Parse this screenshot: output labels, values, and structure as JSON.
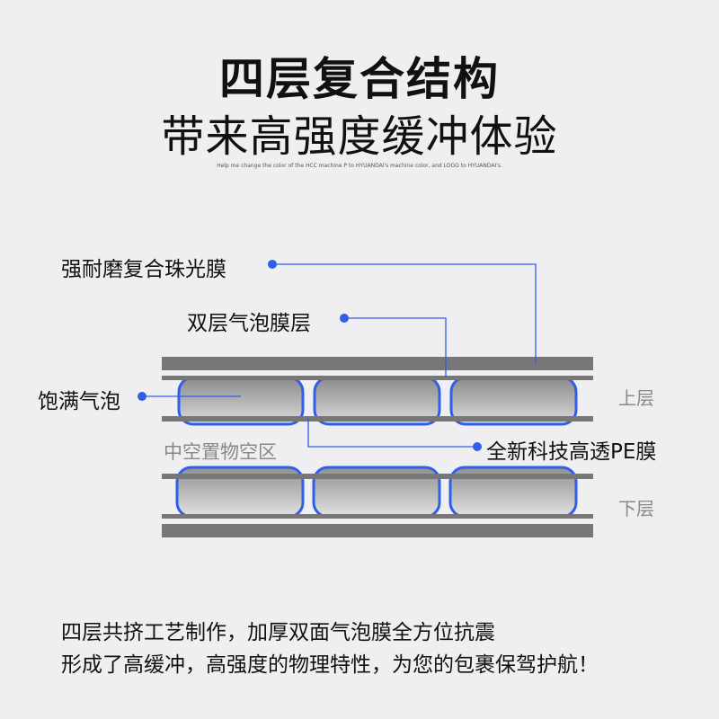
{
  "title": "四层复合结构",
  "subtitle": "带来高强度缓冲体验",
  "note": "Help me change the color of the HCC machine P to HYUANDAI's machine color, and LOGO to HYUANDAI's.",
  "labels": {
    "film": "强耐磨复合珠光膜",
    "double_bubble": "双层气泡膜层",
    "full_bubble": "饱满气泡",
    "pe_film": "全新科技高透PE膜",
    "hollow": "中空置物空区",
    "upper": "上层",
    "lower": "下层"
  },
  "description": [
    "四层共挤工艺制作，加厚双面气泡膜全方位抗震",
    "形成了高缓冲，高强度的物理特性，为您的包裹保驾护航！"
  ],
  "colors": {
    "accent": "#2f5ee8",
    "bar": "#777777"
  }
}
